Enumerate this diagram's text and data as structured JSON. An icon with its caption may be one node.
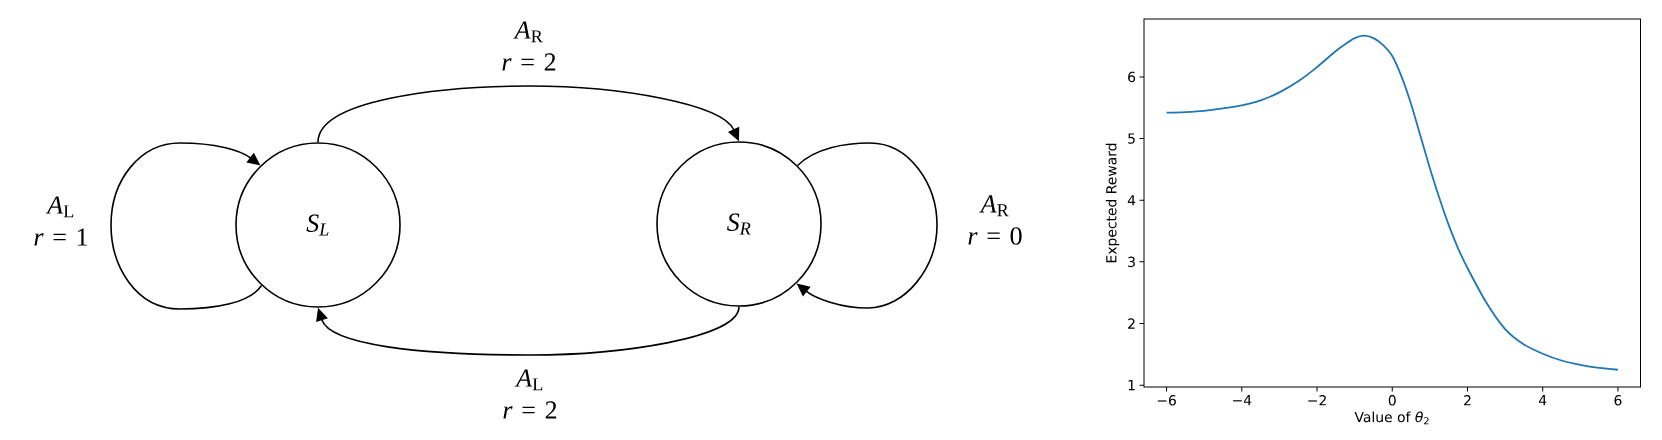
{
  "diagram": {
    "nodes": [
      {
        "text": [
          "S$_{L}$"
        ]
      },
      {
        "text": [
          "S$_{R}$"
        ]
      }
    ],
    "edges": [
      {
        "from": 0,
        "to": 1,
        "arrow": "to",
        "label": "*A*$_{R}$ *r* = 2"
      },
      {
        "from": 0,
        "to": 0,
        "arrow": "to",
        "label": "*A*$_{L}$ *r* = 1"
      },
      {
        "from": 1,
        "to": 1,
        "arrow": "to",
        "label": "*A*$_{R}$ *r* = 0"
      },
      {
        "from": 1,
        "to": 0,
        "arrow": "to",
        "label": "*A*$_{L}$ *r* = 2"
      }
    ],
    "chart_data": {
      "type": "line",
      "xlabel": "Value of *θ*$_{2}$",
      "ylabel": "Expected Reward",
      "x": [
        -6,
        -5.5,
        -5,
        -4.5,
        -4,
        -3.5,
        -3,
        -2.5,
        -2,
        -1.5,
        -1.25,
        -1,
        -0.75,
        -0.5,
        -0.25,
        0,
        0.25,
        0.5,
        0.75,
        1,
        1.25,
        1.5,
        1.75,
        2,
        2.5,
        3,
        3.5,
        4,
        4.5,
        5,
        5.5,
        6
      ],
      "series": [
        {
          "color": "#1f77b4",
          "values": [
            5.42,
            5.43,
            5.45,
            5.49,
            5.54,
            5.62,
            5.75,
            5.93,
            6.16,
            6.42,
            6.53,
            6.63,
            6.67,
            6.63,
            6.52,
            6.34,
            6.0,
            5.56,
            5.04,
            4.52,
            4.04,
            3.6,
            3.22,
            2.9,
            2.34,
            1.91,
            1.66,
            1.51,
            1.4,
            1.33,
            1.28,
            1.25
          ]
        }
      ],
      "xlim": [
        -6.6,
        6.6
      ],
      "ylim": [
        0.97,
        6.94
      ],
      "xticks": [
        -6,
        -4,
        -2,
        0,
        2,
        4,
        6
      ],
      "yticks": [
        1,
        2,
        3,
        4,
        5,
        6
      ]
    }
  }
}
